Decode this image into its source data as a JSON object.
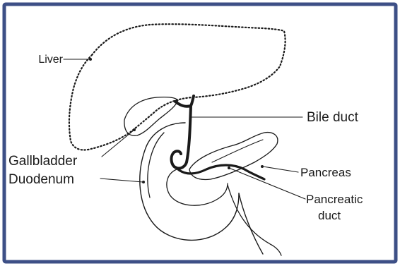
{
  "labels": {
    "liver": "Liver",
    "bile_duct": "Bile duct",
    "gallbladder": "Gallbladder",
    "duodenum": "Duodenum",
    "pancreas": "Pancreas",
    "pancreatic_duct_line1": "Pancreatic",
    "pancreatic_duct_line2": "duct"
  },
  "colors": {
    "frame": "#3d4f86",
    "ink": "#1a1a1a",
    "background": "#ffffff"
  }
}
